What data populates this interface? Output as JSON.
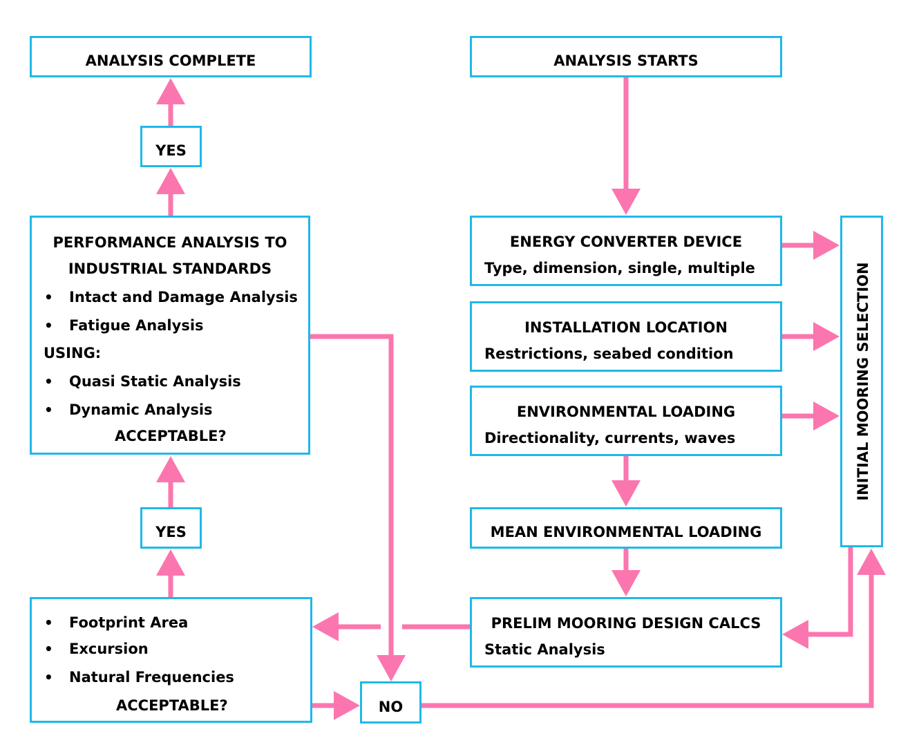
{
  "colors": {
    "box_border": "#1fb8e8",
    "arrow": "#fb76ae",
    "text": "#000000"
  },
  "boxes": {
    "analysis_complete": {
      "title": "ANALYSIS COMPLETE"
    },
    "yes_top": {
      "label": "YES"
    },
    "performance": {
      "line1": "PERFORMANCE ANALYSIS TO",
      "line2": "INDUSTRIAL STANDARDS",
      "items": [
        "Intact and Damage Analysis",
        "Fatigue Analysis"
      ],
      "using": "USING:",
      "methods": [
        "Quasi Static Analysis",
        "Dynamic Analysis"
      ],
      "question": "ACCEPTABLE?"
    },
    "yes_bottom": {
      "label": "YES"
    },
    "footprint": {
      "items": [
        "Footprint Area",
        "Excursion",
        "Natural Frequencies"
      ],
      "question": "ACCEPTABLE?"
    },
    "no": {
      "label": "NO"
    },
    "analysis_starts": {
      "title": "ANALYSIS STARTS"
    },
    "energy_converter": {
      "title": "ENERGY CONVERTER DEVICE",
      "detail": "Type, dimension, single, multiple"
    },
    "installation": {
      "title": "INSTALLATION LOCATION",
      "detail": "Restrictions, seabed condition"
    },
    "environmental": {
      "title": "ENVIRONMENTAL LOADING",
      "detail": "Directionality, currents, waves"
    },
    "mean_env": {
      "title": "MEAN ENVIRONMENTAL LOADING"
    },
    "prelim": {
      "title": "PRELIM MOORING DESIGN CALCS",
      "detail": "Static Analysis"
    },
    "initial_mooring": {
      "title": "INITIAL MOORING SELECTION"
    }
  },
  "bullet_char": "•"
}
